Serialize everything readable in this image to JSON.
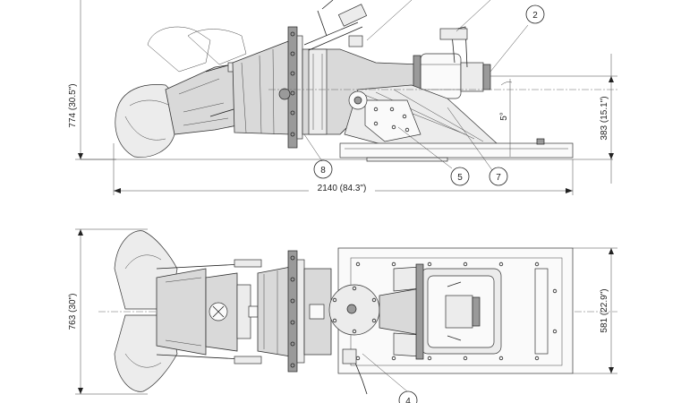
{
  "dimensions": {
    "side_height": "774 (30.5\")",
    "side_shaft_height": "383 (15.1\")",
    "side_angle": "5°",
    "side_length": "2140 (84.3\")",
    "top_width": "763 (30\")",
    "top_base_width": "581 (22.9\")"
  },
  "balloons": {
    "b2": "2",
    "b4": "4",
    "b5": "5",
    "b7": "7",
    "b8": "8"
  }
}
